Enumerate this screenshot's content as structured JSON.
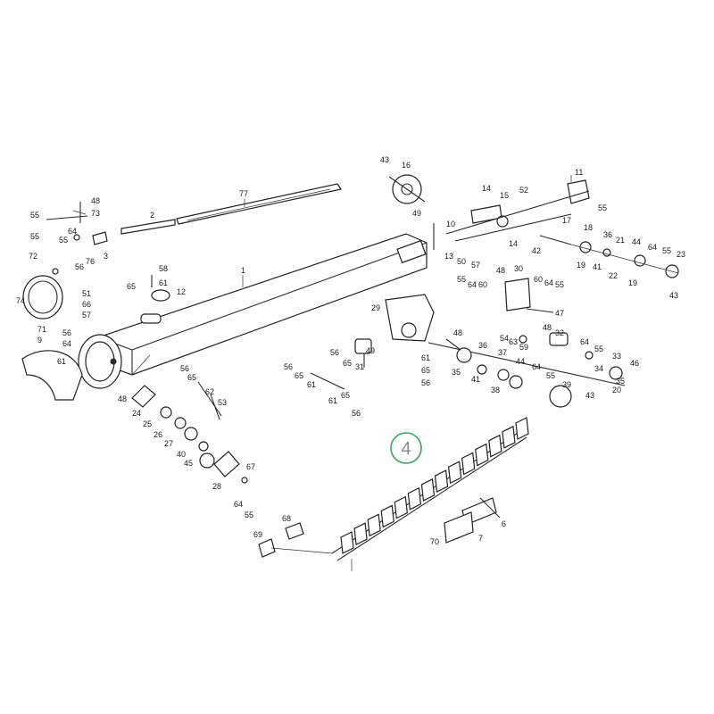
{
  "badge": {
    "text": "4",
    "color": "#3aa55c"
  },
  "labels": [
    {
      "id": "l43a",
      "text": "43"
    },
    {
      "id": "l16",
      "text": "16"
    },
    {
      "id": "l11",
      "text": "11"
    },
    {
      "id": "l14a",
      "text": "14"
    },
    {
      "id": "l15",
      "text": "15"
    },
    {
      "id": "l52",
      "text": "52"
    },
    {
      "id": "l55a",
      "text": "55"
    },
    {
      "id": "l77",
      "text": "77"
    },
    {
      "id": "l48a",
      "text": "48"
    },
    {
      "id": "l73",
      "text": "73"
    },
    {
      "id": "l55b",
      "text": "55"
    },
    {
      "id": "l2",
      "text": "2"
    },
    {
      "id": "l49a",
      "text": "49"
    },
    {
      "id": "l10",
      "text": "10"
    },
    {
      "id": "l55c",
      "text": "55"
    },
    {
      "id": "l64a",
      "text": "64"
    },
    {
      "id": "l55d",
      "text": "55"
    },
    {
      "id": "l3",
      "text": "3"
    },
    {
      "id": "l76",
      "text": "76"
    },
    {
      "id": "l56a",
      "text": "56"
    },
    {
      "id": "l72",
      "text": "72"
    },
    {
      "id": "l13",
      "text": "13"
    },
    {
      "id": "l50",
      "text": "50"
    },
    {
      "id": "l57a",
      "text": "57"
    },
    {
      "id": "l14b",
      "text": "14"
    },
    {
      "id": "l17",
      "text": "17"
    },
    {
      "id": "l42",
      "text": "42"
    },
    {
      "id": "l18",
      "text": "18"
    },
    {
      "id": "l36a",
      "text": "36"
    },
    {
      "id": "l21",
      "text": "21"
    },
    {
      "id": "l44a",
      "text": "44"
    },
    {
      "id": "l64b",
      "text": "64"
    },
    {
      "id": "l55e",
      "text": "55"
    },
    {
      "id": "l23",
      "text": "23"
    },
    {
      "id": "l19a",
      "text": "19"
    },
    {
      "id": "l41a",
      "text": "41"
    },
    {
      "id": "l22",
      "text": "22"
    },
    {
      "id": "l19b",
      "text": "19"
    },
    {
      "id": "l43b",
      "text": "43"
    },
    {
      "id": "l58",
      "text": "58"
    },
    {
      "id": "l65a",
      "text": "65"
    },
    {
      "id": "l61a",
      "text": "61"
    },
    {
      "id": "l12",
      "text": "12"
    },
    {
      "id": "l1",
      "text": "1"
    },
    {
      "id": "l51",
      "text": "51"
    },
    {
      "id": "l66",
      "text": "66"
    },
    {
      "id": "l57b",
      "text": "57"
    },
    {
      "id": "l74",
      "text": "74"
    },
    {
      "id": "l48b",
      "text": "48"
    },
    {
      "id": "l30",
      "text": "30"
    },
    {
      "id": "l55f",
      "text": "55"
    },
    {
      "id": "l64c",
      "text": "64"
    },
    {
      "id": "l60a",
      "text": "60"
    },
    {
      "id": "l60b",
      "text": "60"
    },
    {
      "id": "l64d",
      "text": "64"
    },
    {
      "id": "l55g",
      "text": "55"
    },
    {
      "id": "l29",
      "text": "29"
    },
    {
      "id": "l47",
      "text": "47"
    },
    {
      "id": "l71",
      "text": "71"
    },
    {
      "id": "l56b",
      "text": "56"
    },
    {
      "id": "l64e",
      "text": "64"
    },
    {
      "id": "l9",
      "text": "9"
    },
    {
      "id": "l61b",
      "text": "61"
    },
    {
      "id": "l48c",
      "text": "48"
    },
    {
      "id": "l54",
      "text": "54"
    },
    {
      "id": "l63",
      "text": "63"
    },
    {
      "id": "l59",
      "text": "59"
    },
    {
      "id": "l48d",
      "text": "48"
    },
    {
      "id": "l32",
      "text": "32"
    },
    {
      "id": "l64f",
      "text": "64"
    },
    {
      "id": "l55h",
      "text": "55"
    },
    {
      "id": "l33",
      "text": "33"
    },
    {
      "id": "l46",
      "text": "46"
    },
    {
      "id": "l56c",
      "text": "56"
    },
    {
      "id": "l65b",
      "text": "65"
    },
    {
      "id": "l61c",
      "text": "61"
    },
    {
      "id": "l56d",
      "text": "56"
    },
    {
      "id": "l65c",
      "text": "65"
    },
    {
      "id": "l31",
      "text": "31"
    },
    {
      "id": "l49b",
      "text": "49"
    },
    {
      "id": "l61d",
      "text": "61"
    },
    {
      "id": "l65d",
      "text": "65"
    },
    {
      "id": "l56e",
      "text": "56"
    },
    {
      "id": "l35",
      "text": "35"
    },
    {
      "id": "l36b",
      "text": "36"
    },
    {
      "id": "l37",
      "text": "37"
    },
    {
      "id": "l44b",
      "text": "44"
    },
    {
      "id": "l64g",
      "text": "64"
    },
    {
      "id": "l55i",
      "text": "55"
    },
    {
      "id": "l20",
      "text": "20"
    },
    {
      "id": "l41b",
      "text": "41"
    },
    {
      "id": "l38",
      "text": "38"
    },
    {
      "id": "l34",
      "text": "34"
    },
    {
      "id": "l35b",
      "text": "35"
    },
    {
      "id": "l39",
      "text": "39"
    },
    {
      "id": "l43c",
      "text": "43"
    },
    {
      "id": "l56f",
      "text": "56"
    },
    {
      "id": "l65e",
      "text": "65"
    },
    {
      "id": "l62",
      "text": "62"
    },
    {
      "id": "l48e",
      "text": "48"
    },
    {
      "id": "l53",
      "text": "53"
    },
    {
      "id": "l61e",
      "text": "61"
    },
    {
      "id": "l65f",
      "text": "65"
    },
    {
      "id": "l56g",
      "text": "56"
    },
    {
      "id": "l24",
      "text": "24"
    },
    {
      "id": "l25",
      "text": "25"
    },
    {
      "id": "l26",
      "text": "26"
    },
    {
      "id": "l27",
      "text": "27"
    },
    {
      "id": "l40",
      "text": "40"
    },
    {
      "id": "l45",
      "text": "45"
    },
    {
      "id": "l28",
      "text": "28"
    },
    {
      "id": "l67",
      "text": "67"
    },
    {
      "id": "l64h",
      "text": "64"
    },
    {
      "id": "l55j",
      "text": "55"
    },
    {
      "id": "l68",
      "text": "68"
    },
    {
      "id": "l69",
      "text": "69"
    },
    {
      "id": "l70",
      "text": "70"
    },
    {
      "id": "l7",
      "text": "7"
    },
    {
      "id": "l6",
      "text": "6"
    }
  ]
}
